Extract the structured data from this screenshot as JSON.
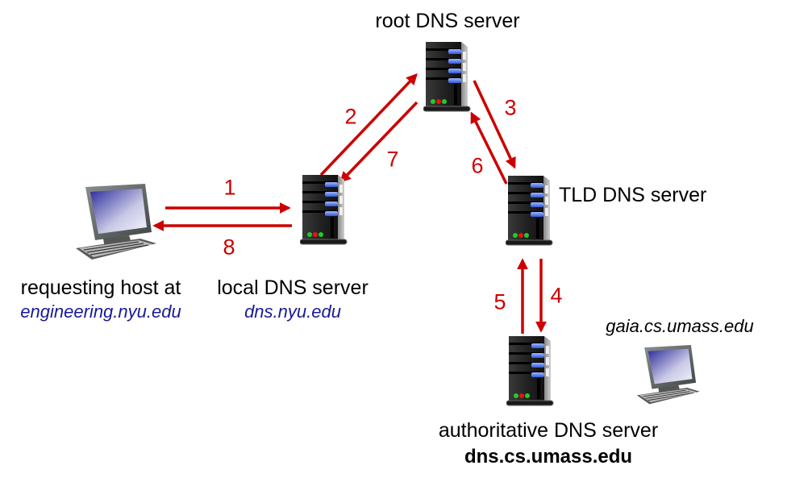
{
  "diagram": {
    "arrow_color": "#cc0000",
    "link_color": "#1a1a99",
    "nodes": {
      "root": {
        "label": "root DNS server",
        "type": "server"
      },
      "tld": {
        "label": "TLD DNS server",
        "type": "server"
      },
      "local": {
        "label": "local DNS server",
        "sublabel": "dns.nyu.edu",
        "type": "server"
      },
      "authoritative": {
        "label": "authoritative DNS server",
        "sublabel": "dns.cs.umass.edu",
        "type": "server"
      },
      "requesting_host": {
        "label": "requesting host at",
        "sublabel": "engineering.nyu.edu",
        "type": "host"
      },
      "target_host": {
        "label": "gaia.cs.umass.edu",
        "type": "host"
      }
    },
    "steps": [
      {
        "num": "1",
        "from": "requesting_host",
        "to": "local"
      },
      {
        "num": "2",
        "from": "local",
        "to": "root"
      },
      {
        "num": "3",
        "from": "root",
        "to": "tld"
      },
      {
        "num": "4",
        "from": "tld",
        "to": "authoritative"
      },
      {
        "num": "5",
        "from": "authoritative",
        "to": "tld"
      },
      {
        "num": "6",
        "from": "tld",
        "to": "root"
      },
      {
        "num": "7",
        "from": "root",
        "to": "local"
      },
      {
        "num": "8",
        "from": "local",
        "to": "requesting_host"
      }
    ]
  }
}
